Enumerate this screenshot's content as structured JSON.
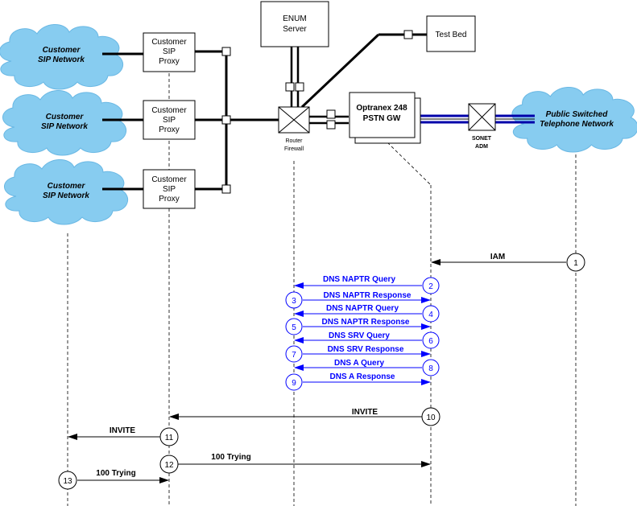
{
  "colors": {
    "cloud": "#87ccf0",
    "cloud_stroke": "#6ab8e4",
    "blue": "#0000ff",
    "black": "#000000"
  },
  "clouds": [
    {
      "line1": "Customer",
      "line2": "SIP Network"
    },
    {
      "line1": "Customer",
      "line2": "SIP Network"
    },
    {
      "line1": "Customer",
      "line2": "SIP Network"
    },
    {
      "line1": "Public Switched",
      "line2": "Telephone Network"
    }
  ],
  "proxies": [
    {
      "line1": "Customer",
      "line2": "SIP",
      "line3": "Proxy"
    },
    {
      "line1": "Customer",
      "line2": "SIP",
      "line3": "Proxy"
    },
    {
      "line1": "Customer",
      "line2": "SIP",
      "line3": "Proxy"
    }
  ],
  "enum_server": {
    "line1": "ENUM",
    "line2": "Server"
  },
  "test_bed": {
    "label": "Test Bed"
  },
  "gateway": {
    "line1": "Optranex 248",
    "line2": "PSTN GW"
  },
  "router": {
    "line1": "Router",
    "line2": "Firewall"
  },
  "sonet": {
    "line1": "SONET",
    "line2": "ADM"
  },
  "messages": [
    {
      "num": "1",
      "label": "IAM"
    },
    {
      "num": "2",
      "label": "DNS NAPTR Query"
    },
    {
      "num": "3",
      "label": "DNS NAPTR Response"
    },
    {
      "num": "4",
      "label": "DNS NAPTR Query"
    },
    {
      "num": "5",
      "label": "DNS NAPTR Response"
    },
    {
      "num": "6",
      "label": "DNS SRV Query"
    },
    {
      "num": "7",
      "label": "DNS SRV Response"
    },
    {
      "num": "8",
      "label": "DNS A Query"
    },
    {
      "num": "9",
      "label": "DNS A Response"
    },
    {
      "num": "10",
      "label": "INVITE"
    },
    {
      "num": "11",
      "label": "INVITE"
    },
    {
      "num": "12",
      "label": "100 Trying"
    },
    {
      "num": "13",
      "label": "100 Trying"
    }
  ]
}
